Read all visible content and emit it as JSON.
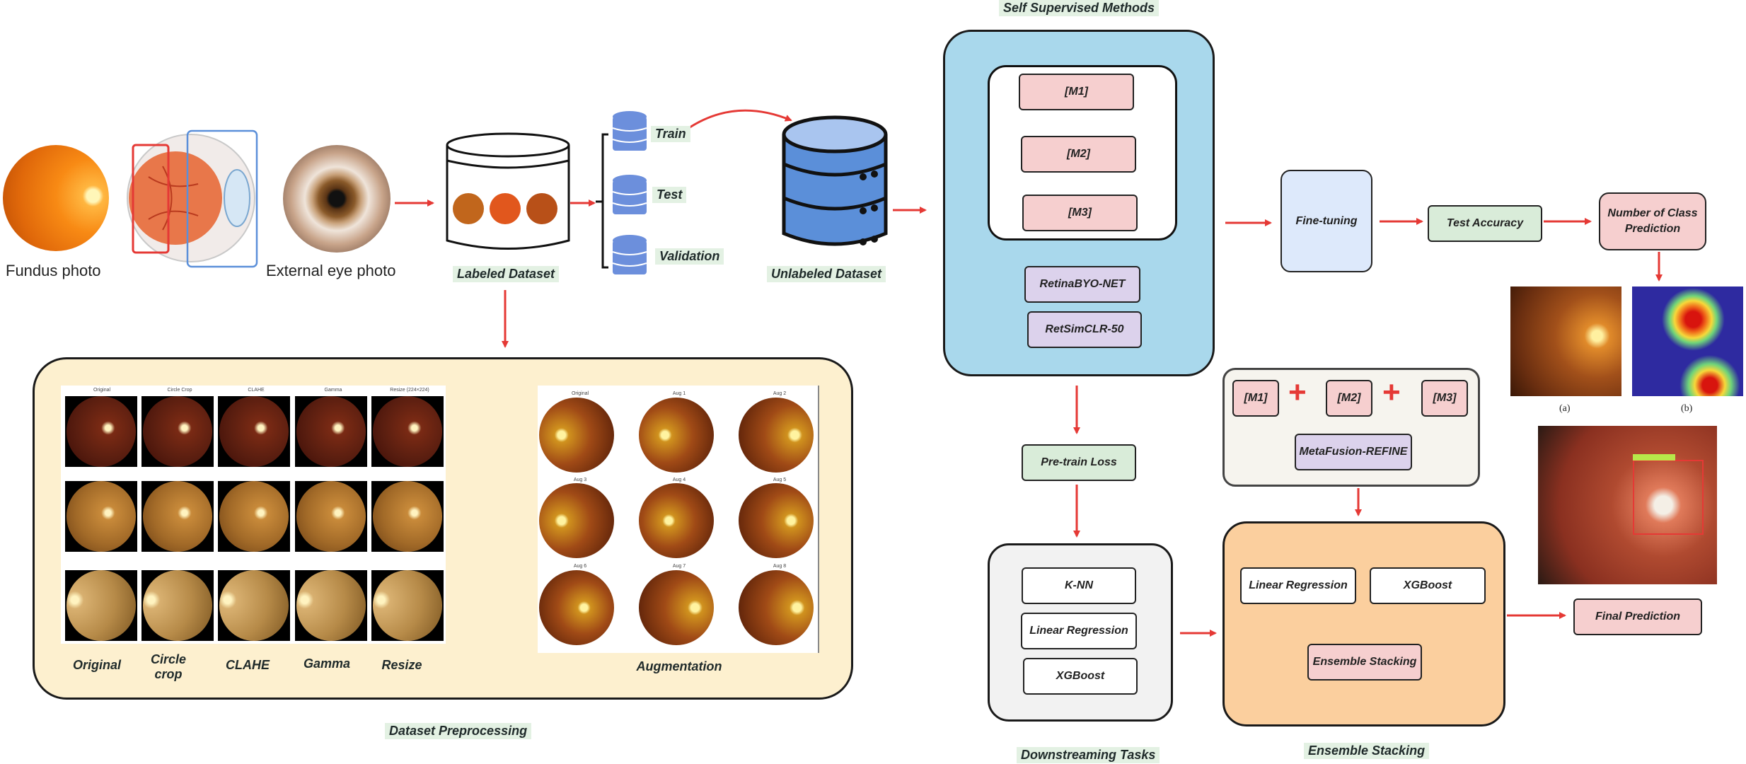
{
  "titles": {
    "self_supervised": "Self Supervised Methods",
    "dataset_preprocessing": "Dataset Preprocessing",
    "downstreaming": "Downstreaming Tasks",
    "ensemble": "Ensemble Stacking"
  },
  "left": {
    "fundus_label": "Fundus photo",
    "external_label": "External eye photo",
    "labeled_dataset": "Labeled Dataset",
    "splits": [
      "Train",
      "Test",
      "Validation"
    ],
    "unlabeled_dataset": "Unlabeled Dataset"
  },
  "preprocessing": {
    "headers": [
      "Original",
      "Circle Crop",
      "CLAHE",
      "Gamma",
      "Resize (224×224)"
    ],
    "captions": [
      "Original",
      "Circle crop",
      "CLAHE",
      "Gamma",
      "Resize"
    ],
    "aug_headers": [
      "Original",
      "Aug 1",
      "Aug 2",
      "Aug 3",
      "Aug 4",
      "Aug 5",
      "Aug 6",
      "Aug 7",
      "Aug 8"
    ],
    "aug_caption": "Augmentation"
  },
  "ssl": {
    "models": [
      "[M1]",
      "[M2]",
      "[M3]"
    ],
    "retina_byo": "RetinaBYO-NET",
    "retsimclr": "RetSimCLR-50"
  },
  "pipeline": {
    "fine_tuning": "Fine-tuning",
    "test_accuracy": "Test Accuracy",
    "class_prediction": "Number of Class Prediction",
    "pretrain_loss": "Pre-train Loss",
    "final_prediction": "Final Prediction",
    "panel_a": "(a)",
    "panel_b": "(b)"
  },
  "downstream": [
    "K-NN",
    "Linear Regression",
    "XGBoost"
  ],
  "metafusion": {
    "models": [
      "[M1]",
      "[M2]",
      "[M3]"
    ],
    "plus": "+",
    "name": "MetaFusion-REFINE"
  },
  "ensemble": {
    "linear": "Linear Regression",
    "xgb": "XGBoost",
    "stacking": "Ensemble Stacking"
  },
  "colors": {
    "arrow": "#e53935",
    "ssl_bg": "#a9d8ec",
    "preproc_bg": "#fdf0cf",
    "ensemble_bg": "#fbcf9e",
    "downstream_bg": "#f2f2f2",
    "meta_bg": "#f6f4ee",
    "finetune_bg": "#dde9fb",
    "db_blue": "#5b8fd9"
  }
}
